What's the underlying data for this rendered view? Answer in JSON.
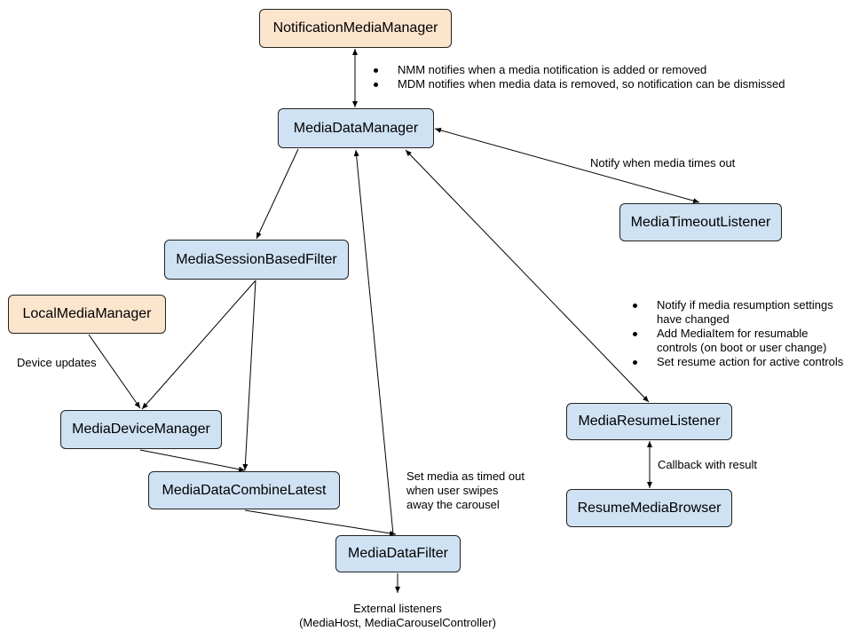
{
  "nodes": {
    "notification_media_manager": "NotificationMediaManager",
    "media_data_manager": "MediaDataManager",
    "media_timeout_listener": "MediaTimeoutListener",
    "media_session_based_filter": "MediaSessionBasedFilter",
    "local_media_manager": "LocalMediaManager",
    "media_device_manager": "MediaDeviceManager",
    "media_data_combine_latest": "MediaDataCombineLatest",
    "media_data_filter": "MediaDataFilter",
    "media_resume_listener": "MediaResumeListener",
    "resume_media_browser": "ResumeMediaBrowser"
  },
  "labels": {
    "nmm_mdm_notes": [
      "NMM notifies when a media notification is added or removed",
      "MDM notifies when media data is removed, so notification can be dismissed"
    ],
    "timeout_note": "Notify when media times out",
    "resume_notes": [
      "Notify if media resumption settings have changed",
      "Add MediaItem for resumable controls (on boot or user change)",
      "Set resume action for active controls"
    ],
    "device_updates": "Device updates",
    "callback_note": "Callback with result",
    "swipe_note": "Set media as timed out when user swipes away the carousel",
    "external_listeners_line1": "External listeners",
    "external_listeners_line2": "(MediaHost, MediaCarouselController)"
  },
  "colors": {
    "framework_node": "#fce5cd",
    "systemui_node": "#cfe2f3",
    "edge": "#000000"
  }
}
